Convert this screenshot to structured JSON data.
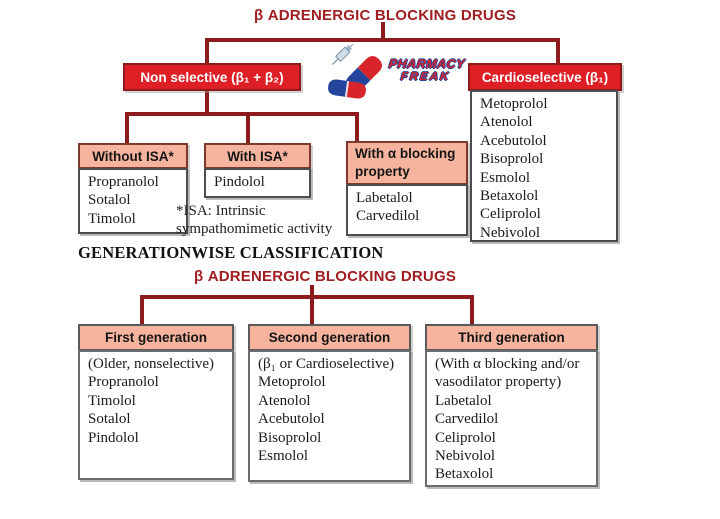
{
  "titles": {
    "main": "β ADRENERGIC BLOCKING DRUGS",
    "generationwise_heading": "GENERATIONWISE CLASSIFICATION",
    "generation_tree": "β ADRENERGIC BLOCKING DRUGS"
  },
  "logo": {
    "line1": "PHARMACY",
    "line2": "FREAK"
  },
  "selectivity_tree": {
    "non_selective": {
      "label": "Non selective (β₁ + β₂)",
      "without_isa": {
        "header": "Without ISA*",
        "drugs": [
          "Propranolol",
          "Sotalol",
          "Timolol"
        ]
      },
      "with_isa": {
        "header": "With ISA*",
        "drugs": [
          "Pindolol"
        ]
      },
      "alpha_blocking": {
        "header": "With α blocking property",
        "drugs": [
          "Labetalol",
          "Carvedilol"
        ]
      }
    },
    "cardioselective": {
      "label": "Cardioselective (β₁)",
      "drugs": [
        "Metoprolol",
        "Atenolol",
        "Acebutolol",
        "Bisoprolol",
        "Esmolol",
        "Betaxolol",
        "Celiprolol",
        "Nebivolol"
      ]
    },
    "isa_note": {
      "line1": "*ISA: Intrinsic",
      "line2": "sympathomimetic activity"
    }
  },
  "generation_tree": {
    "first": {
      "header": "First generation",
      "note": "(Older, nonselective)",
      "drugs": [
        "Propranolol",
        "Timolol",
        "Sotalol",
        "Pindolol"
      ]
    },
    "second": {
      "header": "Second generation",
      "note": "(β₁ or Cardioselective)",
      "drugs": [
        "Metoprolol",
        "Atenolol",
        "Acebutolol",
        "Bisoprolol",
        "Esmolol"
      ]
    },
    "third": {
      "header": "Third generation",
      "note": "(With α blocking and/or vasodilator property)",
      "drugs": [
        "Labetalol",
        "Carvedilol",
        "Celiprolol",
        "Nebivolol",
        "Betaxolol"
      ]
    }
  },
  "colors": {
    "accent_red": "#de1f26",
    "line_dark_red": "#8e1b1b",
    "header_pink": "#f6b49e",
    "title_red": "#a01d20"
  }
}
